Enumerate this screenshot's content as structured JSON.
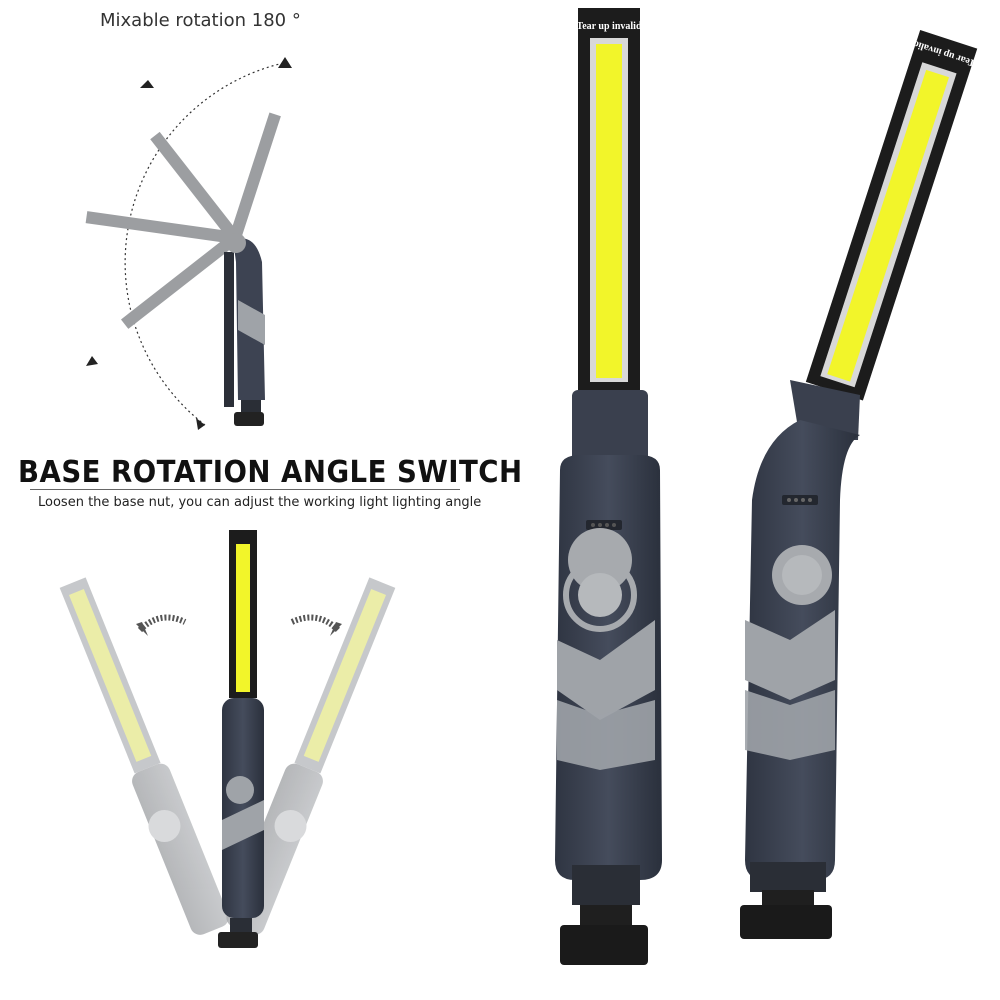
{
  "rotation": {
    "caption": "Mixable rotation 180 °"
  },
  "base": {
    "heading": "BASE ROTATION ANGLE SWITCH",
    "subtitle": "Loosen the base nut, you can adjust the working light lighting angle"
  },
  "sticker": {
    "text": "Tear up invalid"
  },
  "colors": {
    "body": "#3b4150",
    "grip": "#9fa3a8",
    "cob": "#f2f52a",
    "frame": "#1c1c1c",
    "background": "#ffffff"
  }
}
